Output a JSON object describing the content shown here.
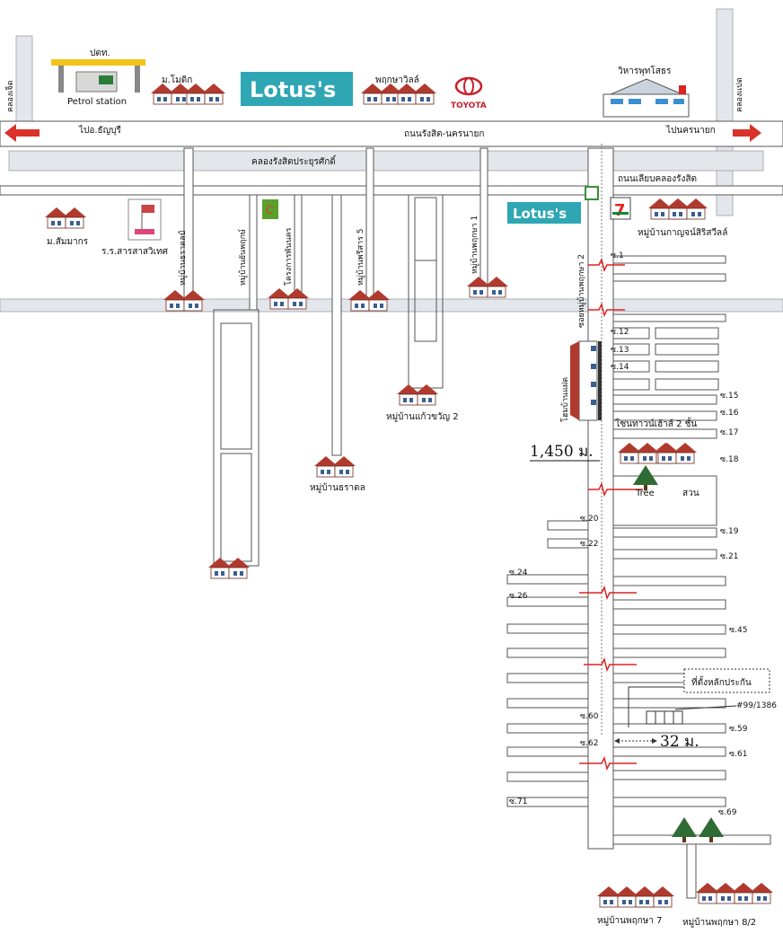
{
  "header": {
    "road_main": "ถนนรังสิต-นครนายก",
    "canal_main": "คลองรังสิตประยุรศักดิ์",
    "road_side": "ถนนเลียบคลองรังสิต",
    "dir_left": "ไปอ.ธัญบุรี",
    "dir_right": "ไปนครนายก",
    "canal_left": "คลองเจ็ด",
    "canal_right": "คลองแปด"
  },
  "landmarks": {
    "ptt_title": "ปตท.",
    "ptt_label": "Petrol station",
    "modik": "ม.โมดิก",
    "lotus_top": "Lotus's",
    "pruksa_ville": "พฤกษาวิลล์",
    "toyota": "TOYOTA",
    "temple": "วิหารพุทโสธร",
    "sammakorn": "ม.สัมมากร",
    "school": "ร.ร.สารสาสวิเทศ",
    "lotus_side": "Lotus's",
    "seven": "7",
    "ganasiri": "หมู่บ้านกาญจน์สิริสวีลล์"
  },
  "villages": {
    "v1": "หมู่บ้านธราดลป์",
    "v2": "หมู่บ้านยันพฤกษ์",
    "v3": "โครงการพันนคร",
    "v4": "หมู่บ้านพรีสาร 5",
    "v5": "หมู่บ้านพฤกษา 1",
    "v6": "หมู่บ้านแก้วขวัญ 2",
    "v7": "หมู่บ้านธราดล",
    "pruksa2": "ซอยหมู่บ้านพฤกษา 2",
    "homes": "โฮมบ้านแฝด",
    "townhome": "โซนทาวน์เฮ้าส์ 2 ชั้น",
    "tree": "Tree",
    "garden": "สวน",
    "pruksa7": "หมู่บ้านพฤกษา 7",
    "pruksa82": "หมู่บ้านพฤกษา 8/2"
  },
  "distance": "1,450 ม.",
  "distance2": "32 ม.",
  "target_label": "ที่ตั้งหลักประกัน",
  "target_number": "#99/1386",
  "sois_right": [
    {
      "label": "ซ.1",
      "y": 0
    },
    {
      "label": "ซ.12",
      "y": 0
    },
    {
      "label": "ซ.13",
      "y": 0
    },
    {
      "label": "ซ.14",
      "y": 0
    },
    {
      "label": "ซ.15",
      "y": 0
    },
    {
      "label": "ซ.16",
      "y": 0
    },
    {
      "label": "ซ.17",
      "y": 0
    },
    {
      "label": "ซ.18",
      "y": 0
    },
    {
      "label": "ซ.19",
      "y": 0
    },
    {
      "label": "ซ.21",
      "y": 0
    },
    {
      "label": "ซ.45",
      "y": 0
    },
    {
      "label": "ซ.59",
      "y": 0
    },
    {
      "label": "ซ.61",
      "y": 0
    },
    {
      "label": "ซ.69",
      "y": 0
    }
  ],
  "sois_left": [
    "ซ.20",
    "ซ.22",
    "ซ.24",
    "ซ.26",
    "ซ.60",
    "ซ.62",
    "ซ.71"
  ]
}
